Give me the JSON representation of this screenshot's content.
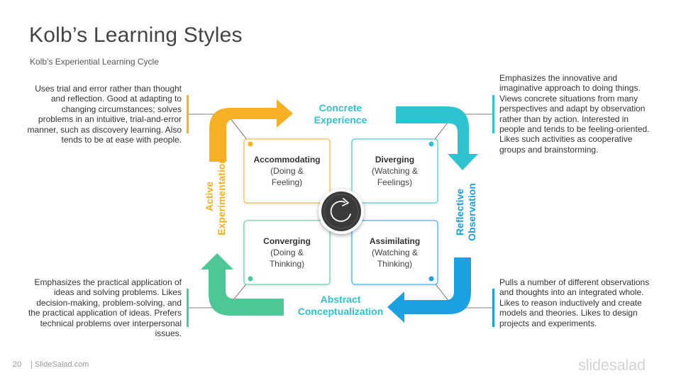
{
  "header": {
    "title": "Kolb’s Learning Styles",
    "subtitle": "Kolb’s  Experiential  Learning  Cycle"
  },
  "colors": {
    "yellow": "#F5B025",
    "teal": "#2EC3D0",
    "blue": "#1BA0E2",
    "green": "#4CC795",
    "dark": "#3A3A3A"
  },
  "stages": {
    "concrete": "Concrete Experience",
    "concrete_lines": [
      "Concrete",
      "Experience"
    ],
    "reflective_lines": [
      "Reflective",
      "Observation"
    ],
    "abstract_lines": [
      "Abstract",
      "Conceptualization"
    ],
    "active_lines": [
      "Active",
      "Experimentation"
    ]
  },
  "quadrants": [
    {
      "name": "Accommodating",
      "sub1": "(Doing &",
      "sub2": "Feeling)"
    },
    {
      "name": "Diverging",
      "sub1": "(Watching &",
      "sub2": "Feelings)"
    },
    {
      "name": "Converging",
      "sub1": "(Doing &",
      "sub2": "Thinking)"
    },
    {
      "name": "Assimilating",
      "sub1": "(Watching &",
      "sub2": "Thinking)"
    }
  ],
  "descriptions": {
    "top_left": "Uses trial and error rather than thought and reflection.  Good at adapting to changing circumstances;  solves problems in an intuitive, trial-and-error manner, such as discovery learning. Also tends to be at ease with people.",
    "top_right": "Emphasizes the innovative and imaginative approach to doing things. Views concrete  situations from many perspectives  and adapt by observation rather than by action. Interested in people and tends to be feeling-oriented. Likes such activities as cooperative groups and brainstorming.",
    "bottom_left": "Emphasizes the practical application of ideas and solving problems. Likes decision-making, problem-solving, and the practical application of ideas. Prefers technical problems over interpersonal issues.",
    "bottom_right": "Pulls a number of different observations and thoughts into an integrated whole. Likes  to reason inductively and create models and theories. Likes to design projects and experiments."
  },
  "footer": {
    "page_number": "20",
    "source": "|  SlideSalad.com",
    "brand": "slidesalad"
  },
  "icons": {
    "center": "refresh-cycle-icon"
  }
}
